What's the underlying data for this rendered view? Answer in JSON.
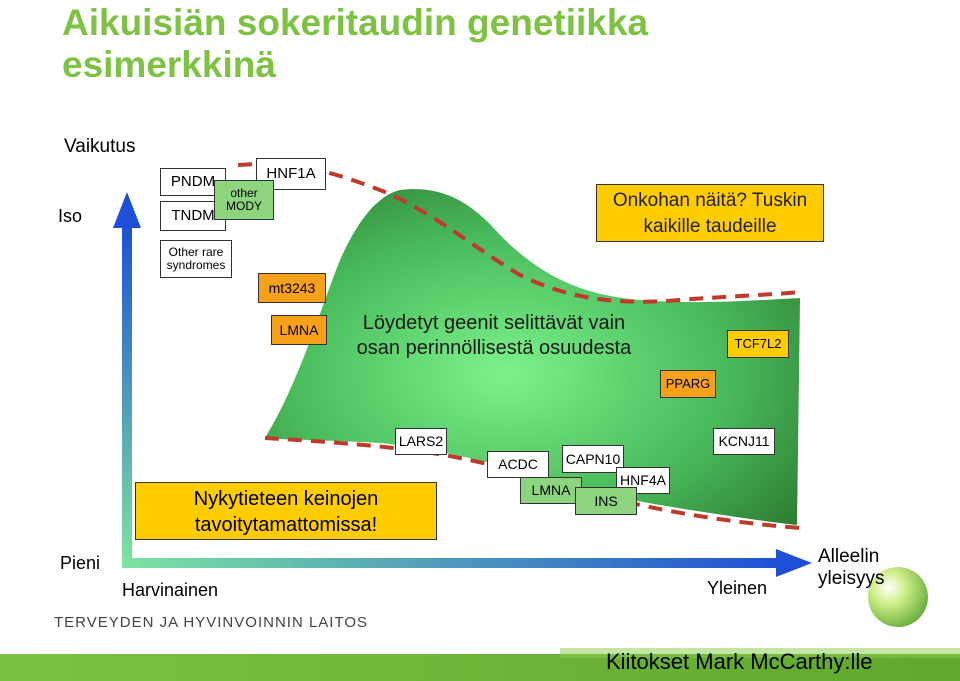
{
  "title_line1": "Aikuisiän sokeritaudin genetiikka",
  "title_line2": "esimerkkinä",
  "axes": {
    "y_label": "Vaikutus",
    "y_high": "Iso",
    "y_low": "Pieni",
    "x_low": "Harvinainen",
    "x_high": "Yleinen",
    "x_label": "Alleelin yleisyys"
  },
  "boxes": {
    "pndm": "PNDM",
    "tndm": "TNDM",
    "other_mody": "other MODY",
    "hnf1a": "HNF1A",
    "other_rare": "Other rare syndromes",
    "mt3243": "mt3243",
    "lmna_high": "LMNA",
    "pparg": "PPARG",
    "tcf7l2": "TCF7L2",
    "lars2": "LARS2",
    "kcnj11": "KCNJ11",
    "acdc": "ACDC",
    "capn10": "CAPN10",
    "hnf4a": "HNF4A",
    "lmna_low": "LMNA",
    "ins": "INS"
  },
  "callouts": {
    "found_genes": "Löydetyt geenit selittävät vain osan perinnöllisestä osuudesta",
    "question": "Onkohan näitä? Tuskin kaikille taudeille",
    "unreachable": "Nykytieteen keinojen tavoitytamattomissa!"
  },
  "footer": {
    "institute": "TERVEYDEN JA HYVINVOINNIN LAITOS",
    "credit": "Kiitokset Mark McCarthy:lle"
  },
  "colors": {
    "title_green": "#7dc242",
    "axis_blue": "#1f4fd6",
    "axis_green": "#7de3a0",
    "shape_green": "#4caf50",
    "dashed_red": "#c0392b",
    "orange": "#f7a11a",
    "yellow": "#ffcc00"
  }
}
